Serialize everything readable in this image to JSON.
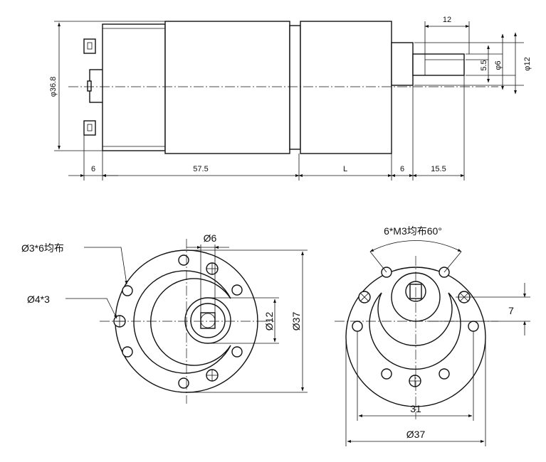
{
  "side_view": {
    "dim_shaft_length": "12",
    "dim_shaft_flat": "5.5",
    "dim_shaft_dia": "φ6",
    "dim_boss_dia": "φ12",
    "dim_body_dia": "φ36.8",
    "dim_terminal": "6",
    "dim_motor_length": "57.5",
    "dim_gearbox_length": "L",
    "dim_boss_length": "6",
    "dim_shaft_extension": "15.5"
  },
  "rear_view": {
    "label_holes_3x6": "Ø3*6均布",
    "label_holes_4x3": "Ø4*3",
    "dim_shaft": "Ø6",
    "dim_boss": "Ø12",
    "dim_outer": "Ø37"
  },
  "front_view": {
    "label_m3": "6*M3均布60°",
    "dim_offset": "7",
    "dim_hole_circle": "31",
    "dim_outer": "Ø37"
  }
}
